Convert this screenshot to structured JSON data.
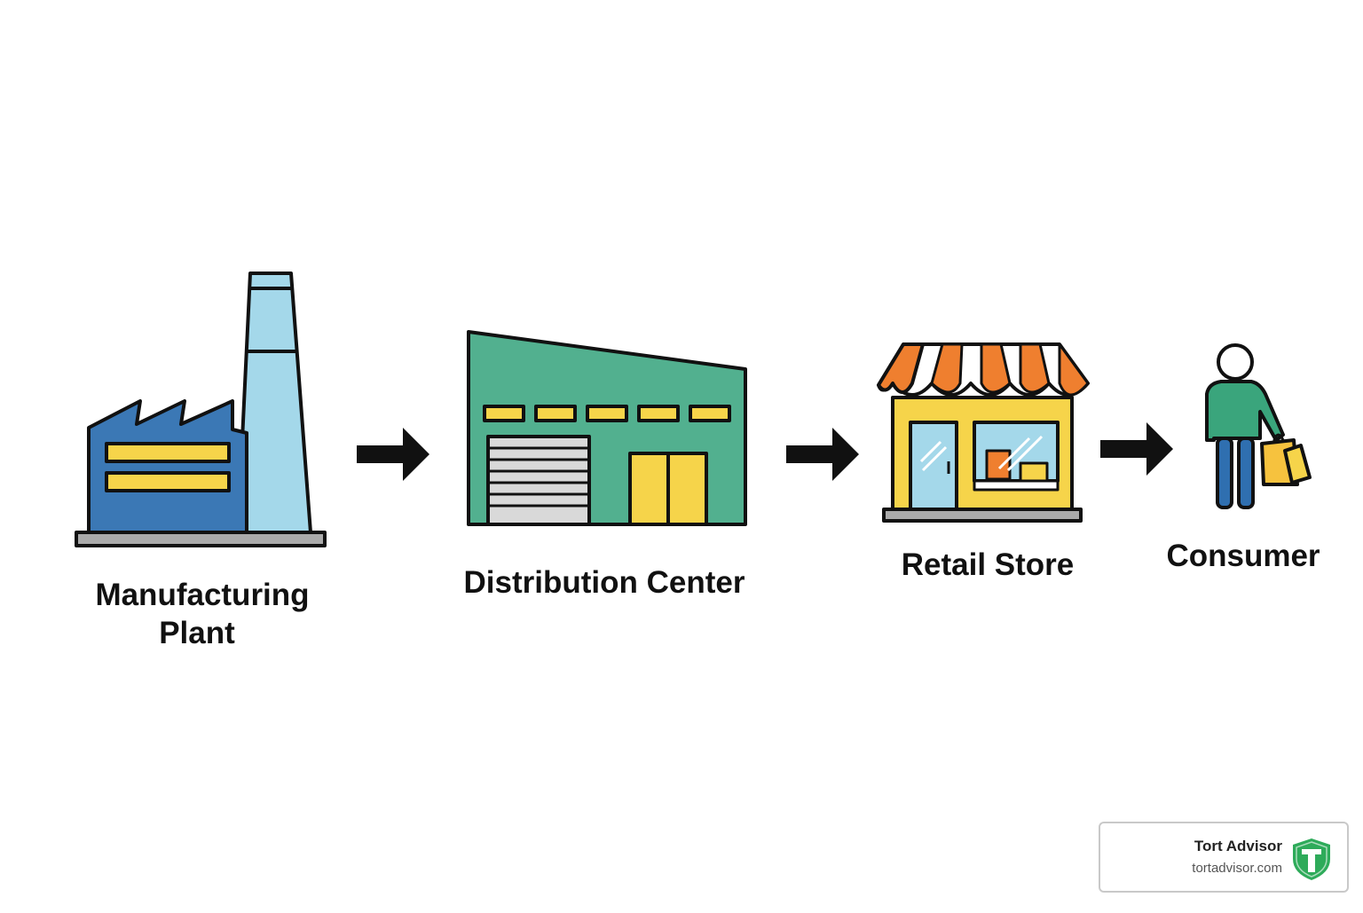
{
  "diagram": {
    "nodes": [
      {
        "id": "manufacturing-plant",
        "label_line1": "Manufacturing",
        "label_line2": "Plant",
        "icon": "factory-icon"
      },
      {
        "id": "distribution-center",
        "label": "Distribution Center",
        "icon": "warehouse-icon"
      },
      {
        "id": "retail-store",
        "label": "Retail Store",
        "icon": "store-icon"
      },
      {
        "id": "consumer",
        "label": "Consumer",
        "icon": "shopper-icon"
      }
    ],
    "edges": [
      {
        "from": "manufacturing-plant",
        "to": "distribution-center",
        "icon": "arrow-right-icon"
      },
      {
        "from": "distribution-center",
        "to": "retail-store",
        "icon": "arrow-right-icon"
      },
      {
        "from": "retail-store",
        "to": "consumer",
        "icon": "arrow-right-icon"
      }
    ],
    "colors": {
      "factory_blue": "#3b78b5",
      "chimney_blue": "#a4d8ea",
      "warehouse_green": "#52b08f",
      "accent_yellow": "#f6d44a",
      "awning_orange": "#ef7f2f",
      "outline": "#111111"
    }
  },
  "watermark": {
    "title": "Tort Advisor",
    "url": "tortadvisor.com",
    "logo_icon": "shield-logo-icon",
    "logo_color": "#2eab5a"
  }
}
